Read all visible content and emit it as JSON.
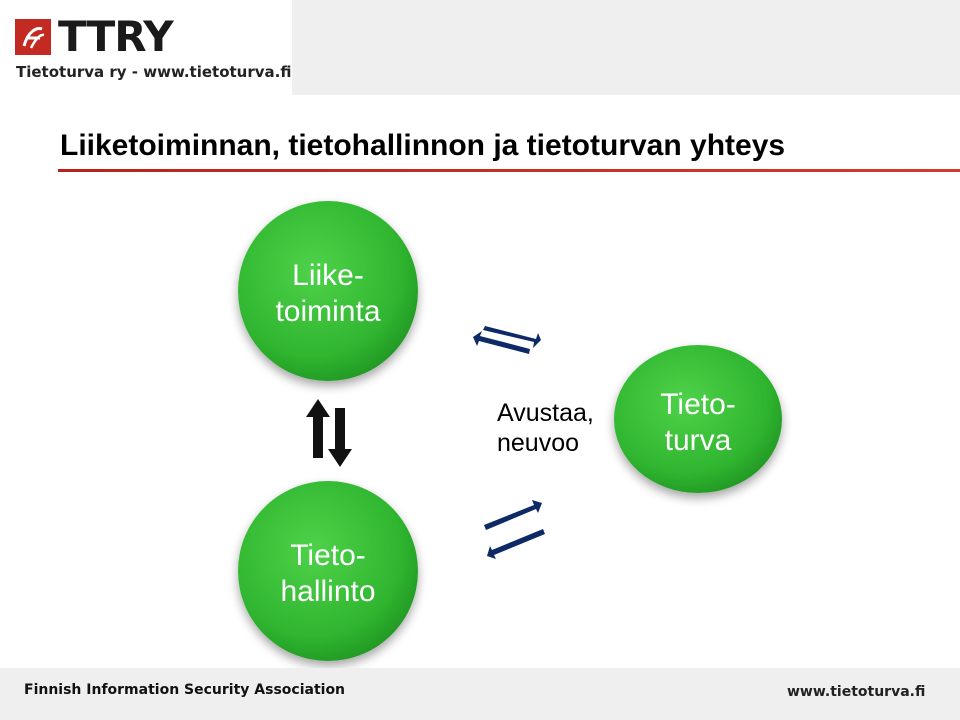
{
  "header": {
    "logo_text": "TTRY",
    "tagline": "Tietoturva ry - www.tietoturva.fi"
  },
  "title": "Liiketoiminnan, tietohallinnon ja tietoturvan yhteys",
  "nodes": {
    "liiketoiminta": {
      "line1": "Liike-",
      "line2": "toiminta"
    },
    "tietohallinto": {
      "line1": "Tieto-",
      "line2": "hallinto"
    },
    "tietoturva": {
      "line1": "Tieto-",
      "line2": "turva"
    }
  },
  "relation_label": {
    "line1": "Avustaa,",
    "line2": "neuvoo"
  },
  "footer": {
    "left": "Finnish Information Security Association",
    "right": "www.tietoturva.fi"
  },
  "colors": {
    "node_green": "#2fb52f",
    "arrow_navy": "#0d2a66",
    "vertical_arrow": "#111111",
    "accent_red": "#c32a21"
  }
}
